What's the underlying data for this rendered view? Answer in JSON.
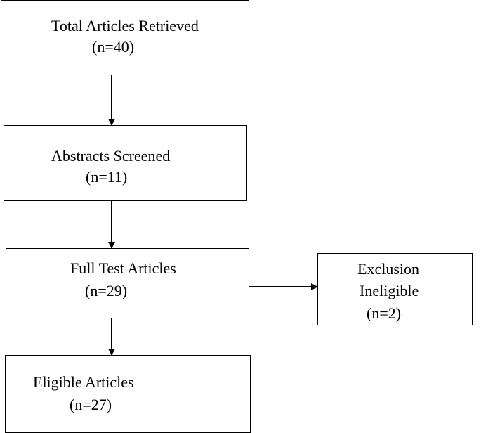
{
  "flowchart": {
    "total": {
      "title": "Total Articles Retrieved",
      "count": "(n=40)"
    },
    "abstracts": {
      "title": "Abstracts Screened",
      "count": "(n=11)"
    },
    "fulltext": {
      "title": "Full Test Articles",
      "count": "(n=29)"
    },
    "exclusion": {
      "title_line1": "Exclusion",
      "title_line2": "Ineligible",
      "count": "(n=2)"
    },
    "eligible": {
      "title": "Eligible Articles",
      "count": "(n=27)"
    }
  }
}
